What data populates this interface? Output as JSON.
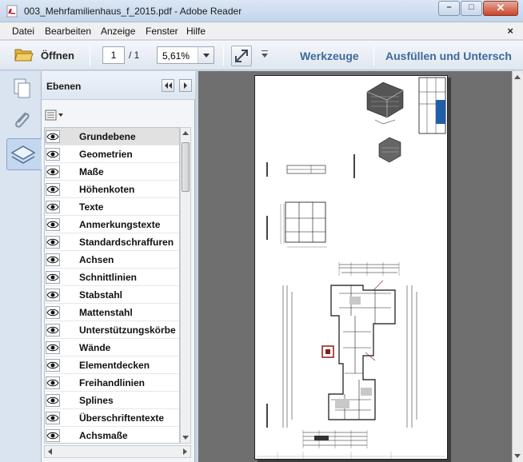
{
  "window": {
    "title": "003_Mehrfamilienhaus_f_2015.pdf - Adobe Reader",
    "minimize_glyph": "–",
    "maximize_glyph": "□",
    "close_glyph": "✕"
  },
  "menubar": {
    "items": [
      "Datei",
      "Bearbeiten",
      "Anzeige",
      "Fenster",
      "Hilfe"
    ],
    "close_doc_glyph": "×"
  },
  "toolbar": {
    "open_label": "Öffnen",
    "page_current": "1",
    "page_total": "/ 1",
    "zoom_value": "5,61%",
    "tools_label": "Werkzeuge",
    "fill_sign_label": "Ausfüllen und Untersch"
  },
  "layers_panel": {
    "title": "Ebenen",
    "layers": [
      "Grundebene",
      "Geometrien",
      "Maße",
      "Höhenkoten",
      "Texte",
      "Anmerkungstexte",
      "Standardschraffuren",
      "Achsen",
      "Schnittlinien",
      "Stabstahl",
      "Mattenstahl",
      "Unterstützungskörbe",
      "Wände",
      "Elementdecken",
      "Freihandlinien",
      "Splines",
      "Überschriftentexte",
      "Achsmaße"
    ],
    "selected_index": 0
  },
  "icons": {
    "nav": [
      "pages-icon",
      "attachments-icon",
      "layers-icon"
    ]
  },
  "colors": {
    "link_blue": "#3c6a9c",
    "doc_background": "#6f6f6f"
  }
}
